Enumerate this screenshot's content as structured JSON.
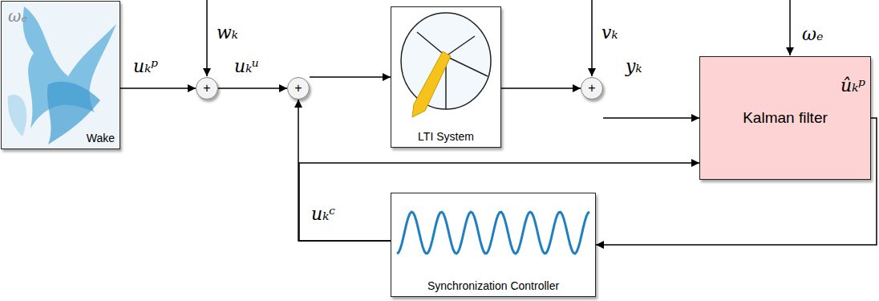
{
  "diagram": {
    "nodes": [
      {
        "text": [
          "ωₑ",
          "Wake"
        ]
      },
      {
        "text": [
          "+"
        ]
      },
      {
        "text": [
          "+"
        ]
      },
      {
        "text": [
          "LTI System"
        ]
      },
      {
        "text": [
          "+"
        ]
      },
      {
        "text": [
          "Kalman filter"
        ]
      },
      {
        "text": [
          "Synchronization Controller"
        ]
      }
    ],
    "edges": [
      {
        "from": 0,
        "to": 1,
        "arrow": "to",
        "label": "uₖᵖ"
      },
      {
        "from": 1,
        "to": 2,
        "arrow": "to",
        "label": "uₖᵘ"
      },
      {
        "from": 2,
        "to": 3,
        "arrow": "to"
      },
      {
        "from": 3,
        "to": 4,
        "arrow": "to"
      },
      {
        "from": 4,
        "to": 5,
        "arrow": "to",
        "label": "yₖ"
      },
      {
        "from": 5,
        "to": 6,
        "arrow": "to"
      },
      {
        "from": 6,
        "to": 2,
        "arrow": "to",
        "label": "uₖᶜ"
      },
      {
        "from": 6,
        "to": 5,
        "arrow": "to"
      }
    ],
    "labels": [
      "wₖ",
      "vₖ",
      "ωₑ",
      "ûₖᵖ"
    ]
  }
}
